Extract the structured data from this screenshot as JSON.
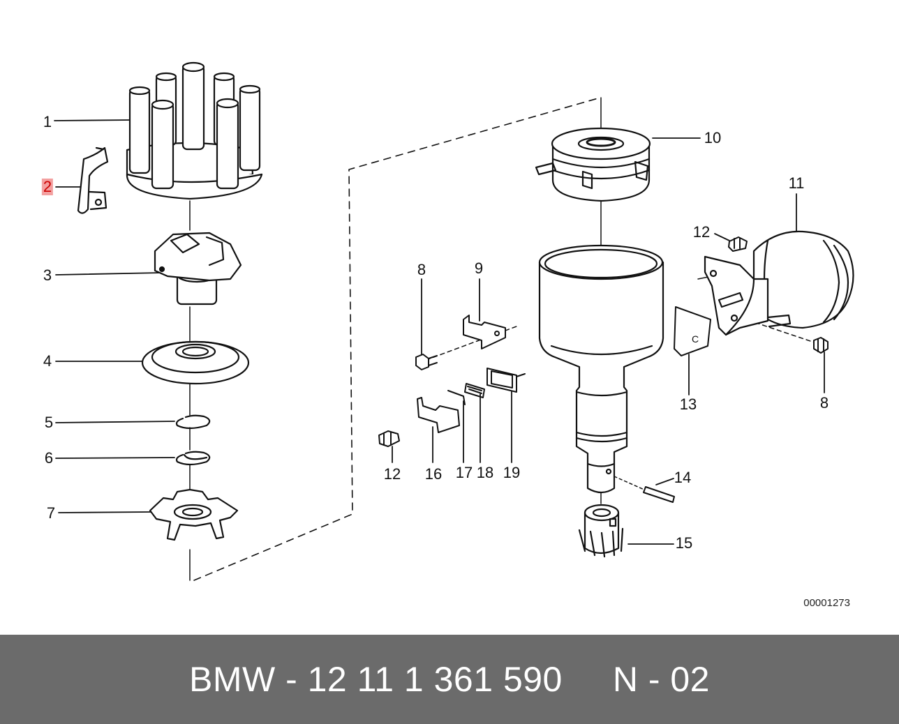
{
  "diagram": {
    "drawing_number": "00001273",
    "highlight_color": "#f3a0a0",
    "callouts": [
      {
        "id": "1",
        "label": "1"
      },
      {
        "id": "2",
        "label": "2",
        "highlighted": true
      },
      {
        "id": "3",
        "label": "3"
      },
      {
        "id": "4",
        "label": "4"
      },
      {
        "id": "5",
        "label": "5"
      },
      {
        "id": "6",
        "label": "6"
      },
      {
        "id": "7",
        "label": "7"
      },
      {
        "id": "8a",
        "label": "8"
      },
      {
        "id": "9",
        "label": "9"
      },
      {
        "id": "10",
        "label": "10"
      },
      {
        "id": "11",
        "label": "11"
      },
      {
        "id": "12a",
        "label": "12"
      },
      {
        "id": "8b",
        "label": "8"
      },
      {
        "id": "13",
        "label": "13"
      },
      {
        "id": "12b",
        "label": "12"
      },
      {
        "id": "16",
        "label": "16"
      },
      {
        "id": "17",
        "label": "17"
      },
      {
        "id": "18",
        "label": "18"
      },
      {
        "id": "19",
        "label": "19"
      },
      {
        "id": "14",
        "label": "14"
      },
      {
        "id": "15",
        "label": "15"
      }
    ],
    "part_label_c": "C"
  },
  "footer": {
    "part_number_text": "BMW - 12 11 1 361 590     N - 02",
    "background": "#6b6b6b"
  }
}
